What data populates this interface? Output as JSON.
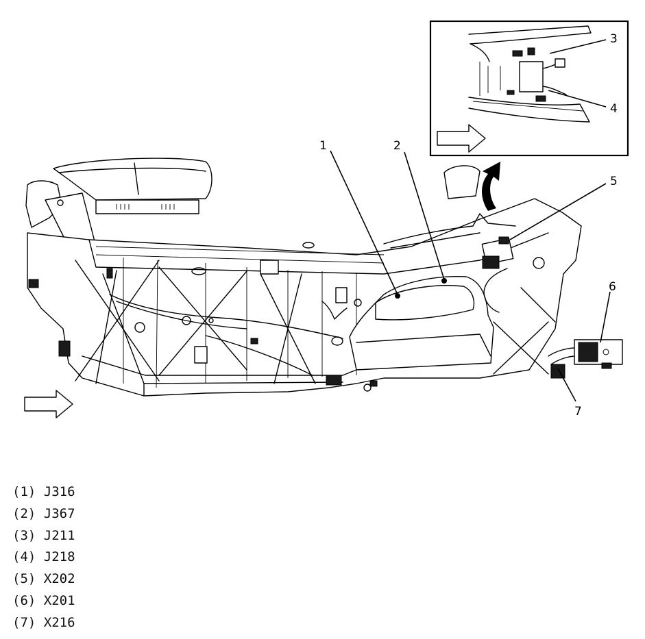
{
  "callouts": [
    {
      "id": "1",
      "label": "1"
    },
    {
      "id": "2",
      "label": "2"
    },
    {
      "id": "3",
      "label": "3"
    },
    {
      "id": "4",
      "label": "4"
    },
    {
      "id": "5",
      "label": "5"
    },
    {
      "id": "6",
      "label": "6"
    },
    {
      "id": "7",
      "label": "7"
    }
  ],
  "legend": [
    {
      "number": "(1)",
      "code": "J316"
    },
    {
      "number": "(2)",
      "code": "J367"
    },
    {
      "number": "(3)",
      "code": "J211"
    },
    {
      "number": "(4)",
      "code": "J218"
    },
    {
      "number": "(5)",
      "code": "X202"
    },
    {
      "number": "(6)",
      "code": "X201"
    },
    {
      "number": "(7)",
      "code": "X216"
    }
  ],
  "icons": {
    "direction_arrow": "hollow-right-arrow-icon",
    "view_arrow": "curved-up-arrow-icon"
  }
}
